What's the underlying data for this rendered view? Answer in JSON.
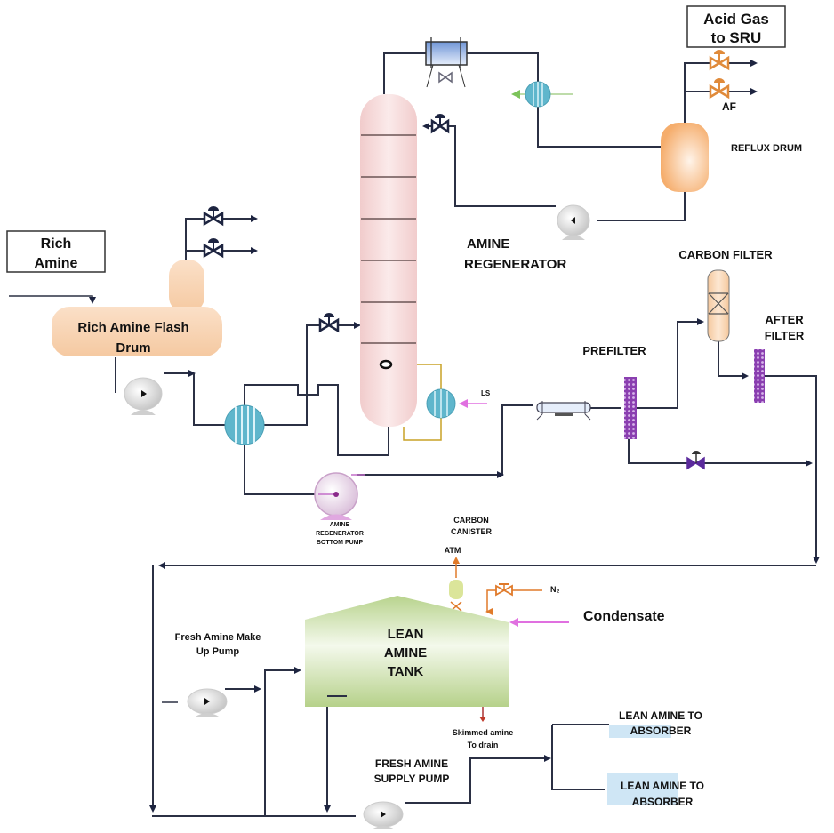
{
  "title": "Amine Regeneration Unit Process Flow Diagram",
  "labels": {
    "rich_amine_line1": "Rich",
    "rich_amine_line2": "Amine",
    "flash_drum_line1": "Rich Amine Flash",
    "flash_drum_line2": "Drum",
    "acid_gas_line1": "Acid Gas",
    "acid_gas_line2": "to SRU",
    "af": "AF",
    "reflux_drum": "REFLUX DRUM",
    "regenerator_line1": "AMINE",
    "regenerator_line2": "REGENERATOR",
    "carbon_filter": "CARBON FILTER",
    "after_filter_line1": "AFTER",
    "after_filter_line2": "FILTER",
    "prefilter": "PREFILTER",
    "ls": "LS",
    "bottom_pump_line1": "AMINE",
    "bottom_pump_line2": "REGENERATOR",
    "bottom_pump_line3": "BOTTOM PUMP",
    "carbon_canister_line1": "CARBON",
    "carbon_canister_line2": "CANISTER",
    "atm": "ATM",
    "n2": "N₂",
    "condensate": "Condensate",
    "lean_tank_line1": "LEAN",
    "lean_tank_line2": "AMINE",
    "lean_tank_line3": "TANK",
    "makeup_pump_line1": "Fresh Amine Make",
    "makeup_pump_line2": "Up Pump",
    "skimmed_line1": "Skimmed amine",
    "skimmed_line2": "To drain",
    "supply_pump_line1": "FRESH AMINE",
    "supply_pump_line2": "SUPPLY PUMP",
    "absorber1_line1": "LEAN AMINE TO",
    "absorber1_line2": "ABSORBER",
    "absorber2_line1": "LEAN AMINE TO",
    "absorber2_line2": "ABSORBER"
  },
  "colors": {
    "pipe": "#2b3044",
    "column": "#f3d4d4",
    "flash_drum": "#f8d2b0",
    "reflux_drum": "#f7b77a",
    "exchanger": "#5fb6cc",
    "filter": "#8a3fb0",
    "lean_tank": "#b9d48e",
    "reboiler_loop": "#c9a227",
    "steam": "#e070e0",
    "acid_valve": "#e08a3a",
    "absorber_highlight": "#cfe6f5"
  }
}
